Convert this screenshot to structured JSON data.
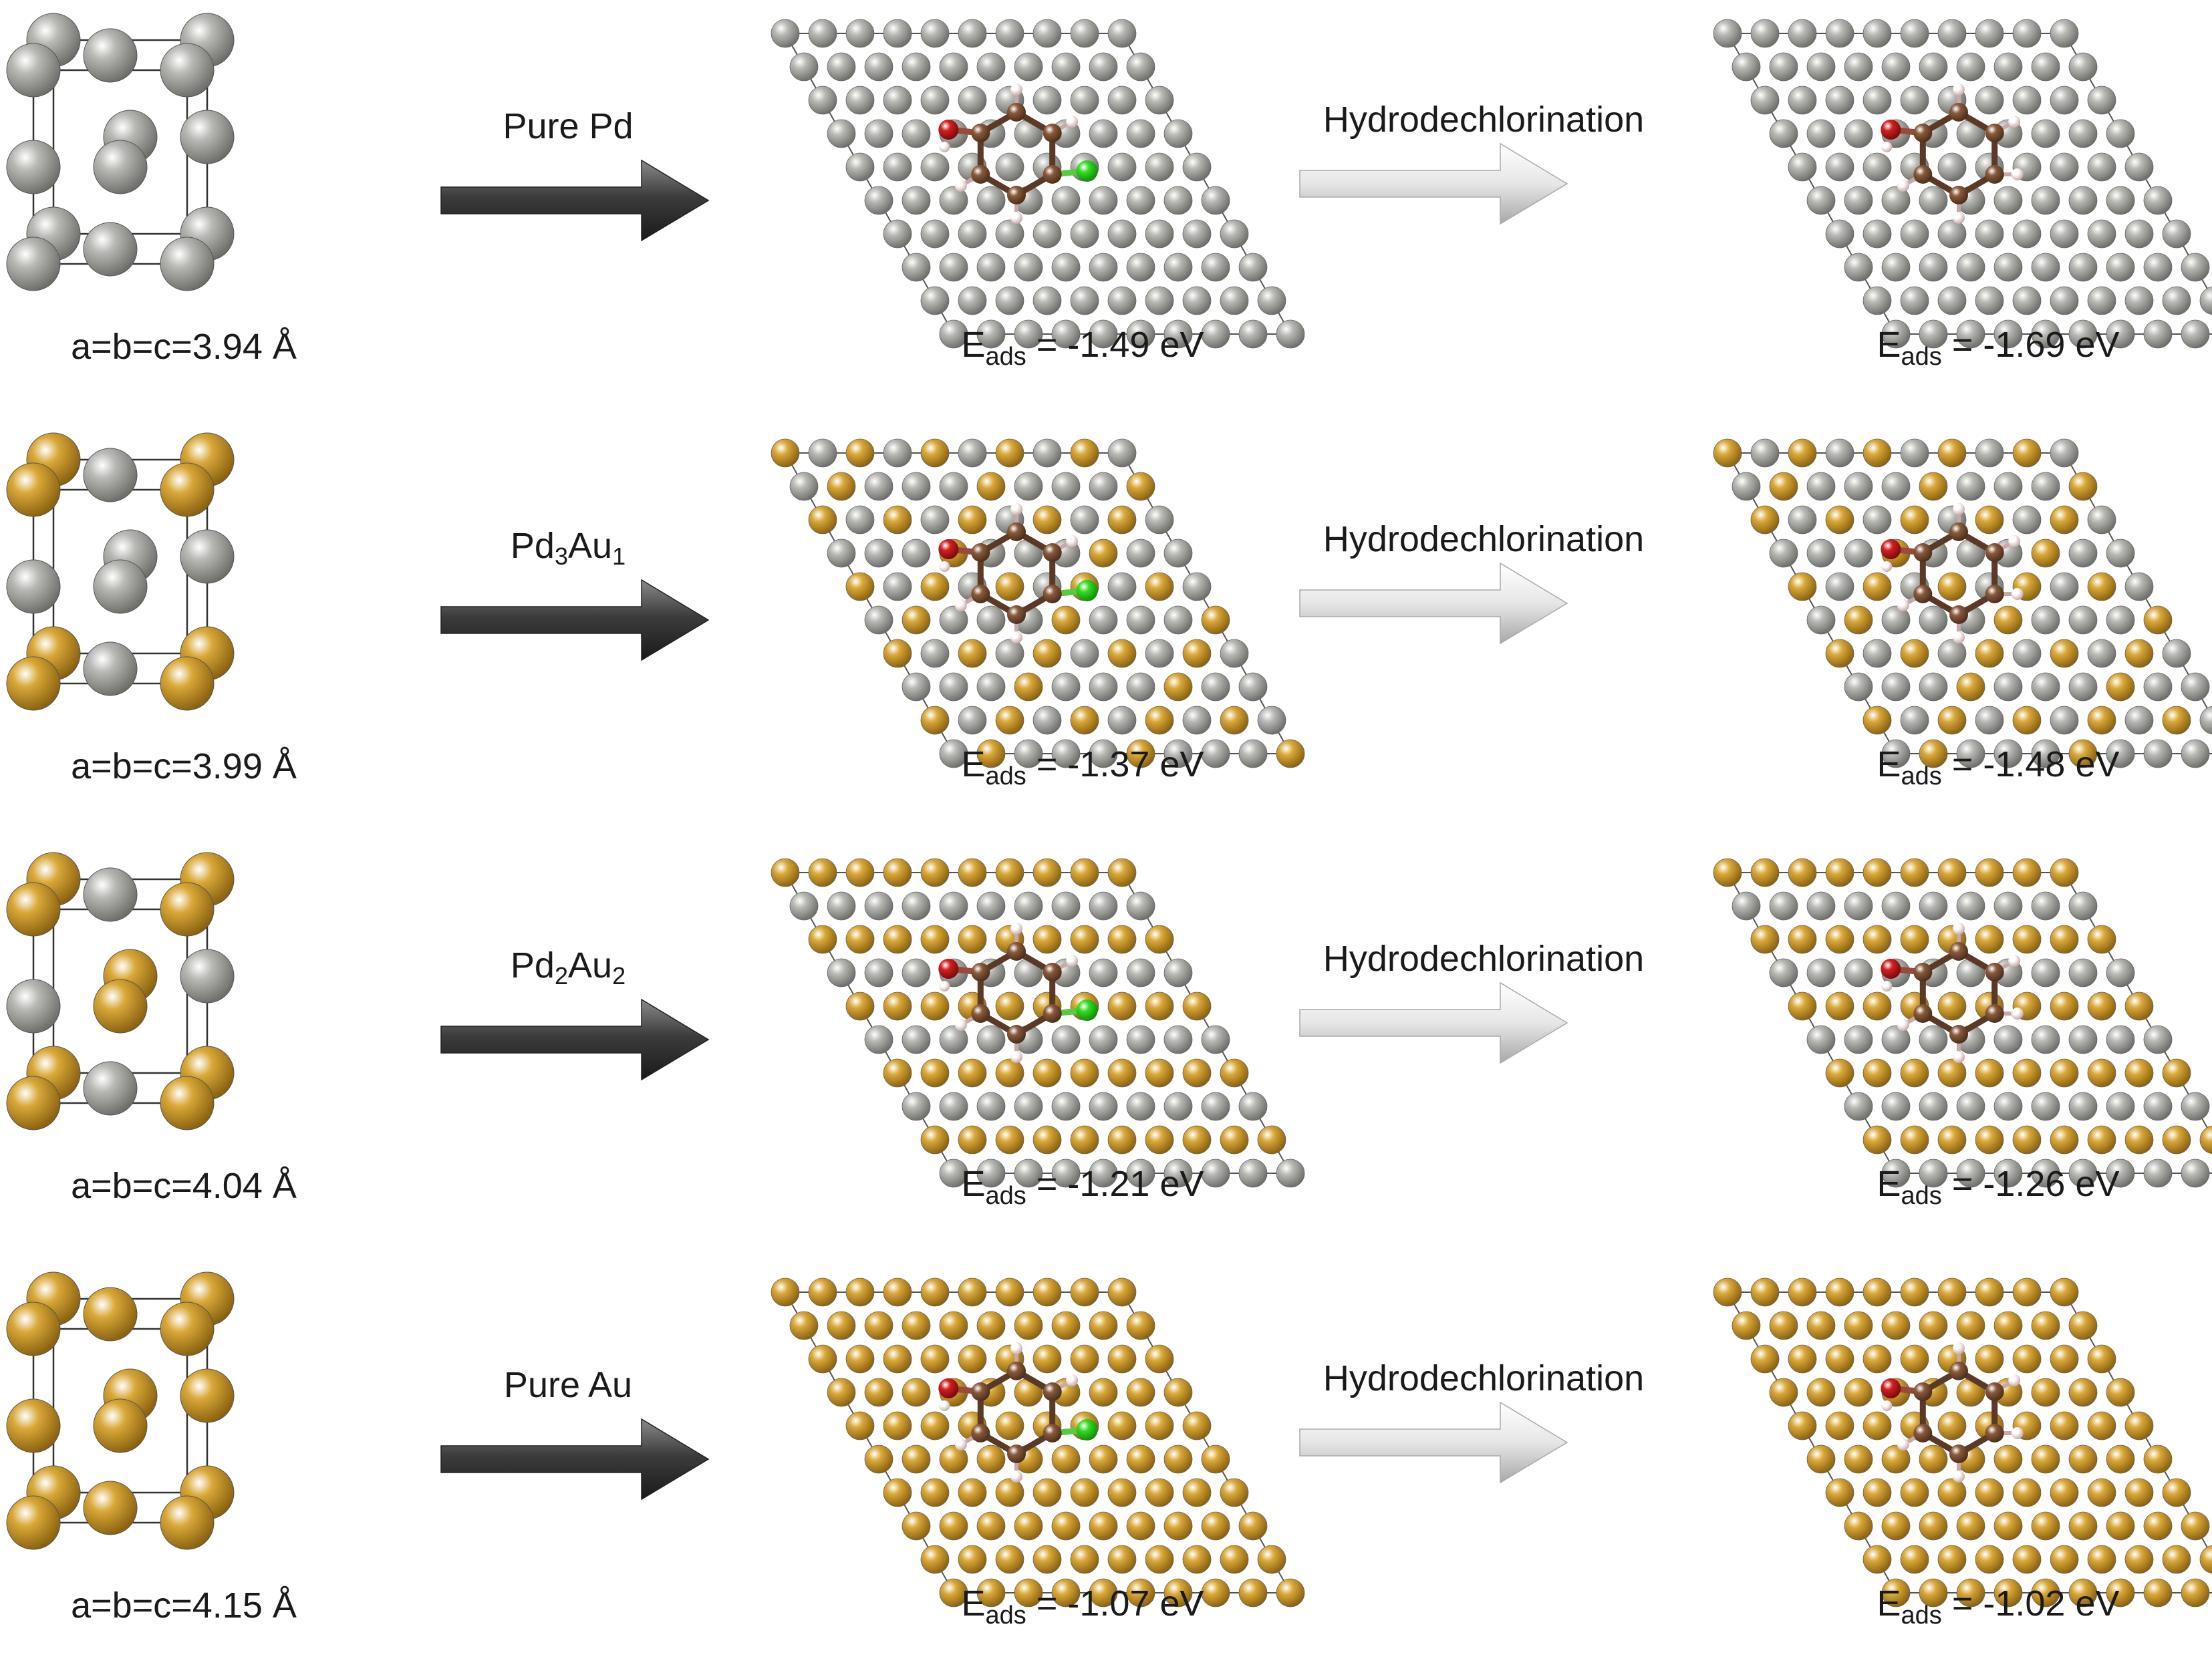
{
  "colors": {
    "pd": "#b8b8b4",
    "au": "#d9a838",
    "carbon": "#8a5a3c",
    "oxygen": "#d02020",
    "chlorine": "#33dd22",
    "hydrogen": "#f0d8d8",
    "dark_arrow": "#3c3c3c",
    "light_arrow": "#e6e6e6"
  },
  "rows": [
    {
      "lattice": "a=b=c=3.94 Å",
      "catalyst": {
        "text": "Pure Pd",
        "sub1": "",
        "tail": "",
        "sub2": ""
      },
      "reaction": "Hydrodechlorination",
      "eads_before": {
        "e": "E",
        "sub": "ads",
        "rest": " = -1.49 eV"
      },
      "eads_after": {
        "e": "E",
        "sub": "ads",
        "rest": " = -1.69 eV"
      },
      "composition": "Pd"
    },
    {
      "lattice": "a=b=c=3.99 Å",
      "catalyst": {
        "text": "Pd",
        "sub1": "3",
        "tail": "Au",
        "sub2": "1"
      },
      "reaction": "Hydrodechlorination",
      "eads_before": {
        "e": "E",
        "sub": "ads",
        "rest": " = -1.37 eV"
      },
      "eads_after": {
        "e": "E",
        "sub": "ads",
        "rest": " = -1.48 eV"
      },
      "composition": "Pd3Au1"
    },
    {
      "lattice": "a=b=c=4.04 Å",
      "catalyst": {
        "text": "Pd",
        "sub1": "2",
        "tail": "Au",
        "sub2": "2"
      },
      "reaction": "Hydrodechlorination",
      "eads_before": {
        "e": "E",
        "sub": "ads",
        "rest": " = -1.21 eV"
      },
      "eads_after": {
        "e": "E",
        "sub": "ads",
        "rest": " = -1.26 eV"
      },
      "composition": "Pd2Au2"
    },
    {
      "lattice": "a=b=c=4.15 Å",
      "catalyst": {
        "text": "Pure Au",
        "sub1": "",
        "tail": "",
        "sub2": ""
      },
      "reaction": "Hydrodechlorination",
      "eads_before": {
        "e": "E",
        "sub": "ads",
        "rest": " = -1.07 eV"
      },
      "eads_after": {
        "e": "E",
        "sub": "ads",
        "rest": " = -1.02 eV"
      },
      "composition": "Au"
    }
  ]
}
